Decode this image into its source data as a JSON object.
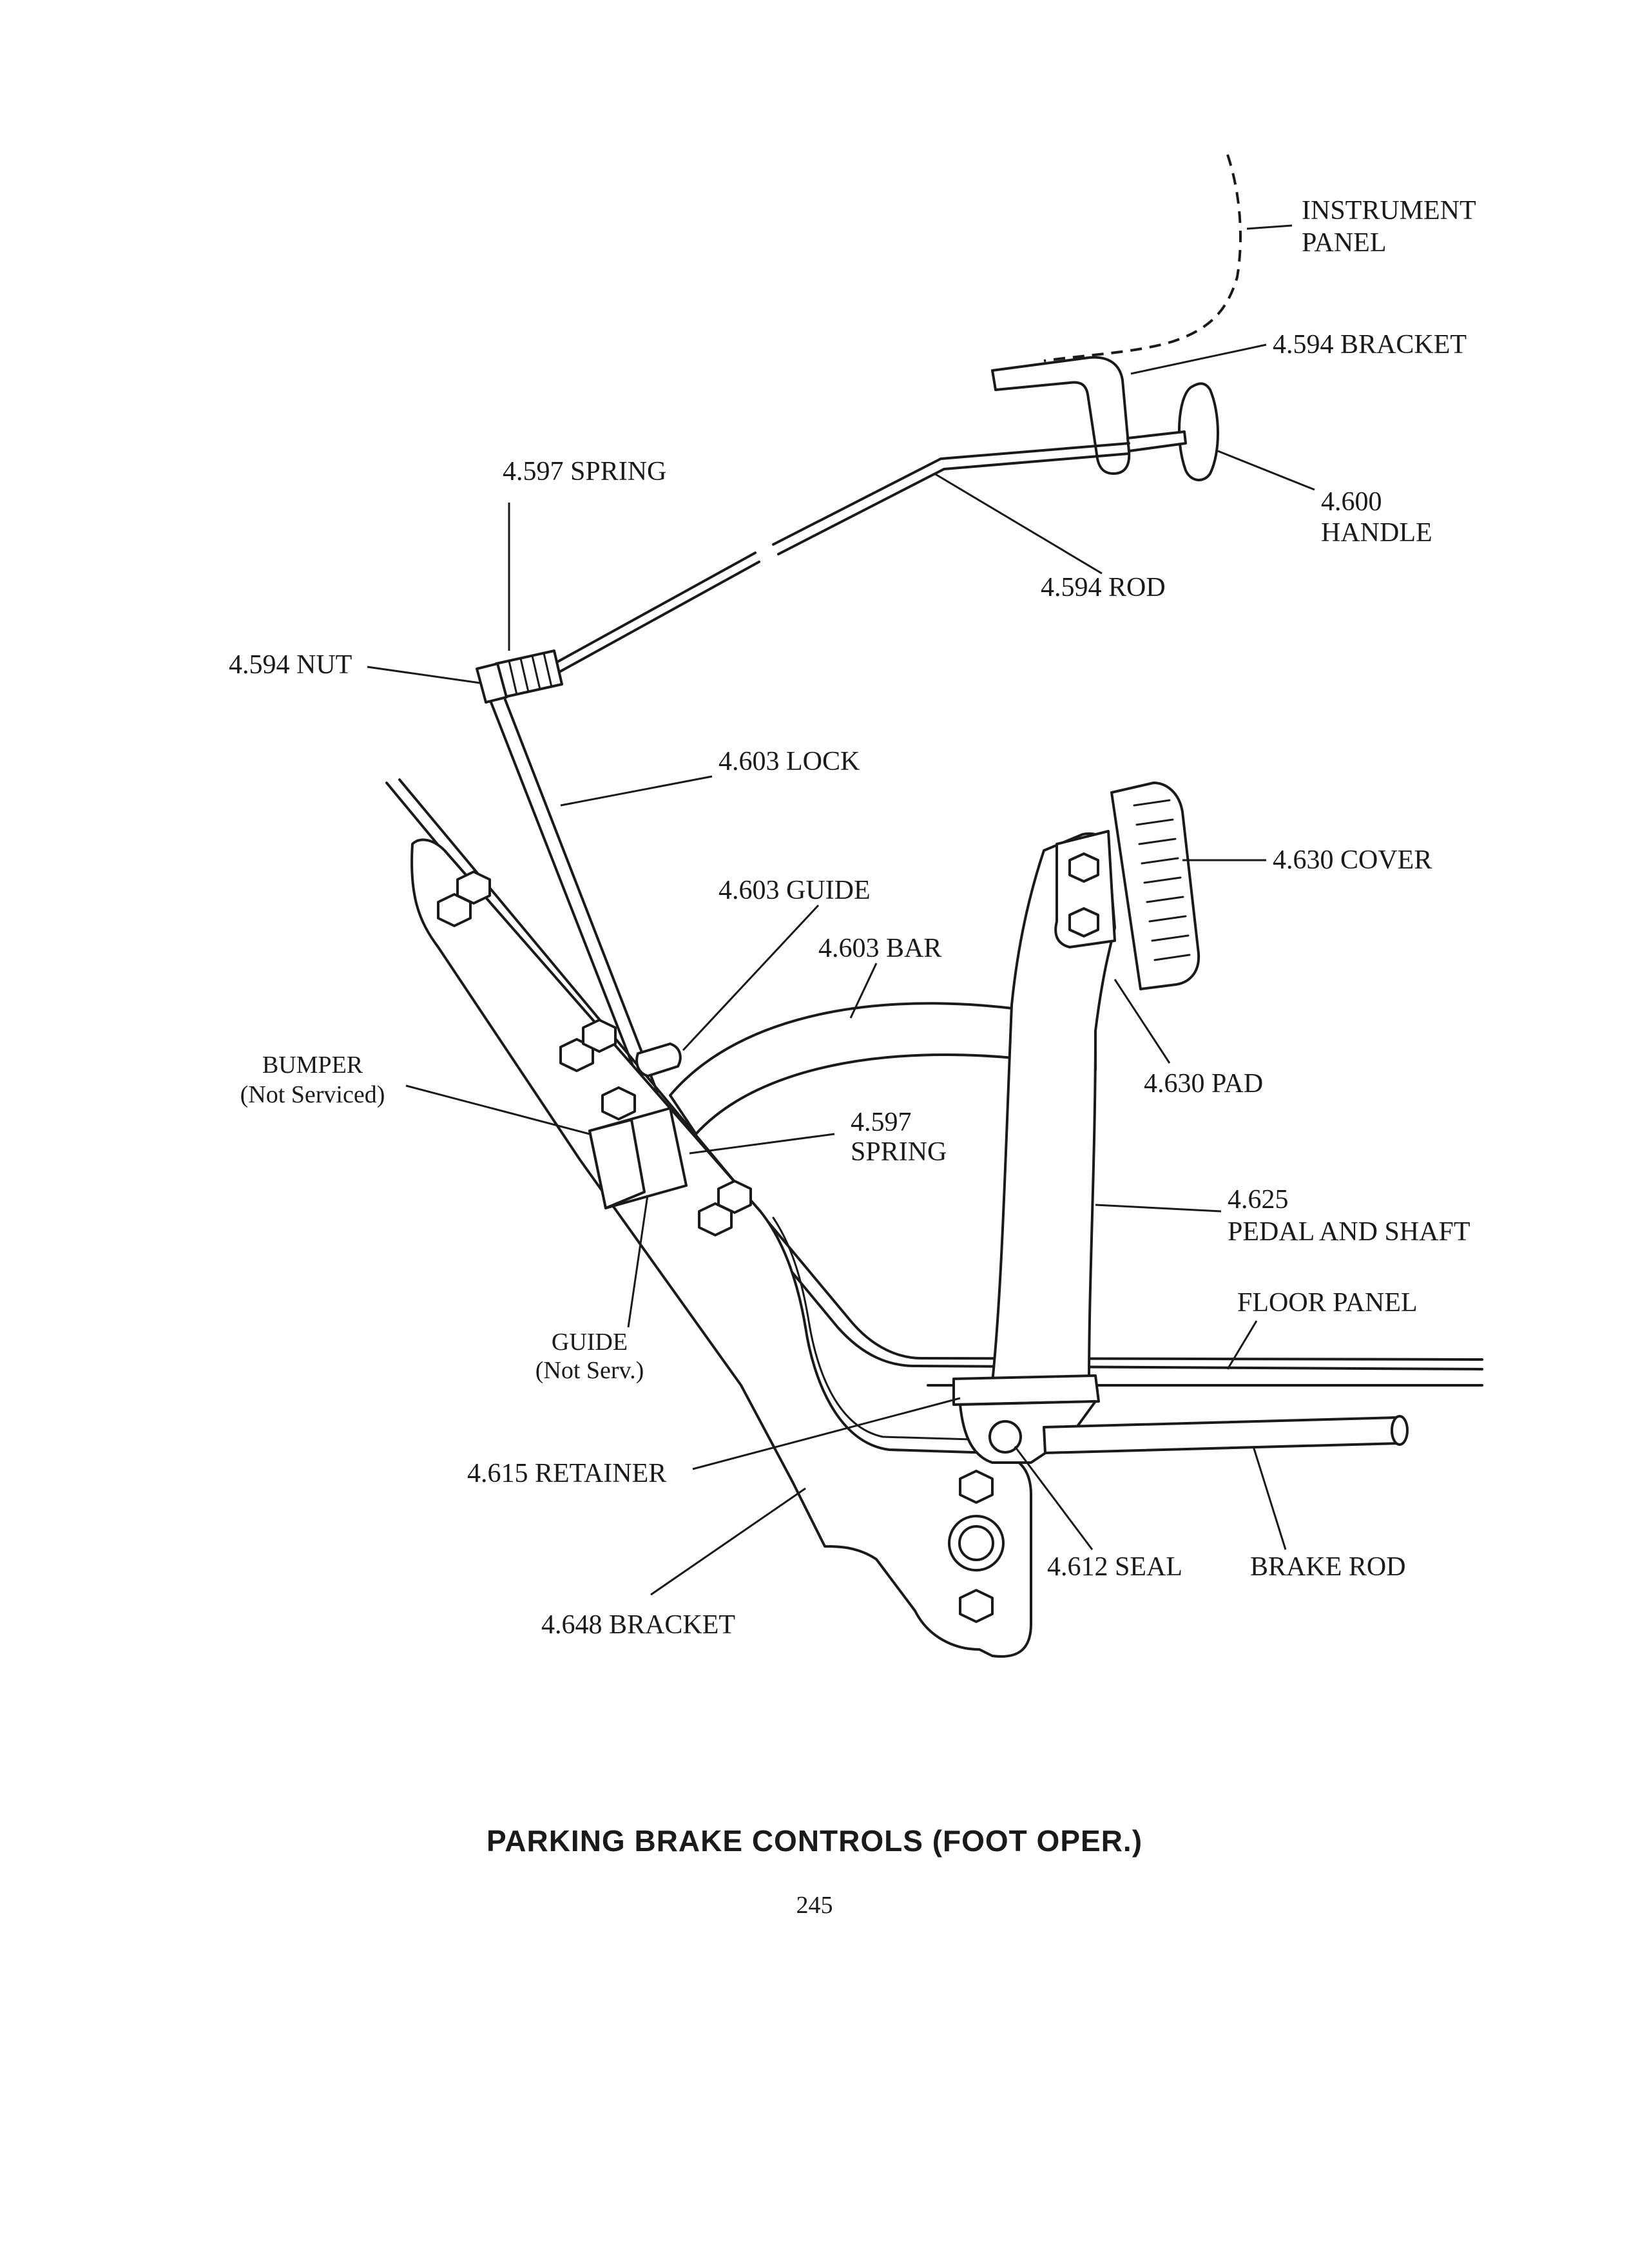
{
  "labels": {
    "instrument_panel": [
      "INSTRUMENT",
      "PANEL"
    ],
    "bracket_594": "4.594 BRACKET",
    "spring_597_top": "4.597 SPRING",
    "handle_600": [
      "4.600",
      "HANDLE"
    ],
    "rod_594": "4.594 ROD",
    "nut_594": "4.594 NUT",
    "lock_603": "4.603 LOCK",
    "cover_630": "4.630 COVER",
    "guide_603": "4.603 GUIDE",
    "bar_603": "4.603 BAR",
    "bumper": [
      "BUMPER",
      "(Not Serviced)"
    ],
    "pad_630": "4.630 PAD",
    "spring_597_mid": [
      "4.597",
      "SPRING"
    ],
    "pedal_625": [
      "4.625",
      "PEDAL AND SHAFT"
    ],
    "floor_panel": "FLOOR PANEL",
    "guide_ns": [
      "GUIDE",
      "(Not Serv.)"
    ],
    "retainer_615": "4.615 RETAINER",
    "seal_612": "4.612 SEAL",
    "brake_rod": "BRAKE ROD",
    "bracket_648": "4.648 BRACKET"
  },
  "caption": "PARKING BRAKE CONTROLS (FOOT OPER.)",
  "page_number": "245"
}
